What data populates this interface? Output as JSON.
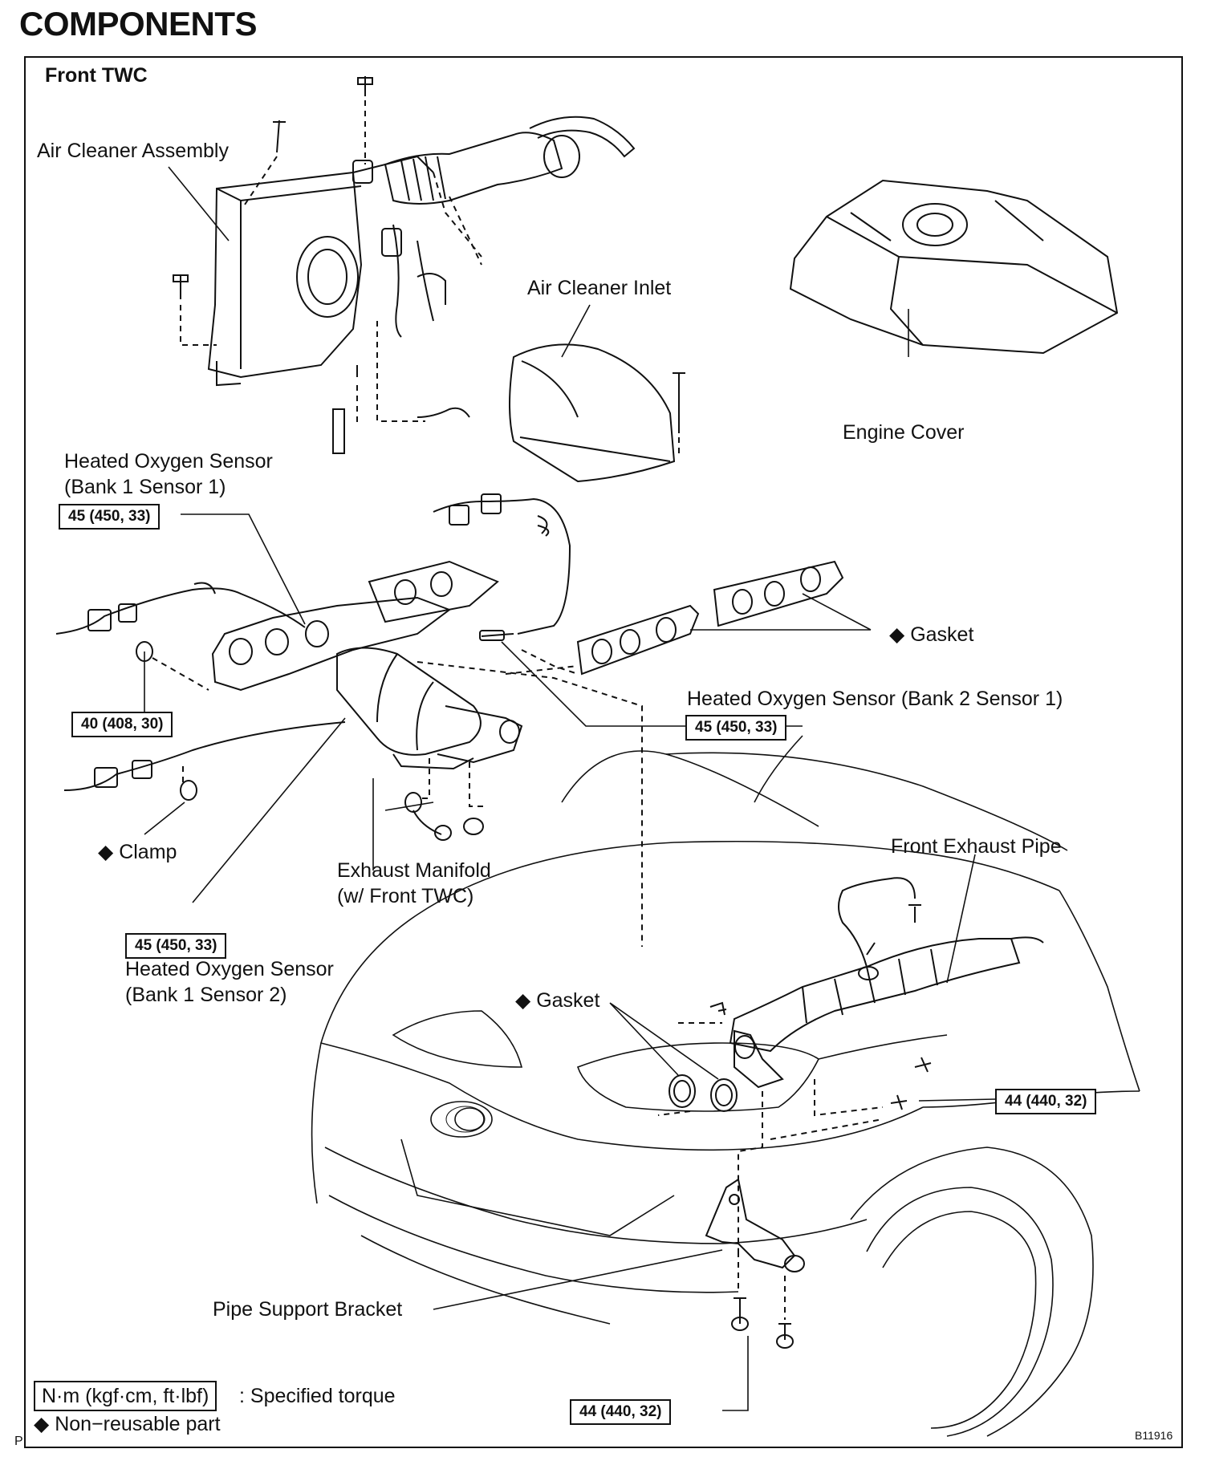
{
  "title": "COMPONENTS",
  "section": "Front TWC",
  "labels": {
    "air_cleaner_assembly": "Air Cleaner Assembly",
    "air_cleaner_inlet": "Air Cleaner Inlet",
    "engine_cover": "Engine Cover",
    "hos_b1s1_line1": "Heated Oxygen Sensor",
    "hos_b1s1_line2": "(Bank 1 Sensor 1)",
    "gasket_upper": "Gasket",
    "hos_b2s1": "Heated Oxygen Sensor (Bank 2 Sensor 1)",
    "clamp": "Clamp",
    "exhaust_manifold_line1": "Exhaust Manifold",
    "exhaust_manifold_line2": "(w/ Front TWC)",
    "front_exhaust_pipe": "Front Exhaust Pipe",
    "hos_b1s2_line1": "Heated Oxygen Sensor",
    "hos_b1s2_line2": "(Bank 1 Sensor 2)",
    "gasket_lower": "Gasket",
    "pipe_support_bracket": "Pipe Support Bracket"
  },
  "torques": {
    "b1s1": "45 (450, 33)",
    "nut_40": "40 (408, 30)",
    "b2s1": "45 (450, 33)",
    "b1s2": "45 (450, 33)",
    "pipe_bolt": "44 (440, 32)",
    "bracket_bolt": "44 (440, 32)"
  },
  "legend": {
    "torque_unit": "N·m (kgf·cm, ft·lbf)",
    "torque_desc": ": Specified torque",
    "nonreusable_symbol": "◆",
    "nonreusable_desc": "Non−reusable part"
  },
  "symbols": {
    "diamond": "◆"
  },
  "figure_code": "B11916",
  "corner_mark": "P"
}
